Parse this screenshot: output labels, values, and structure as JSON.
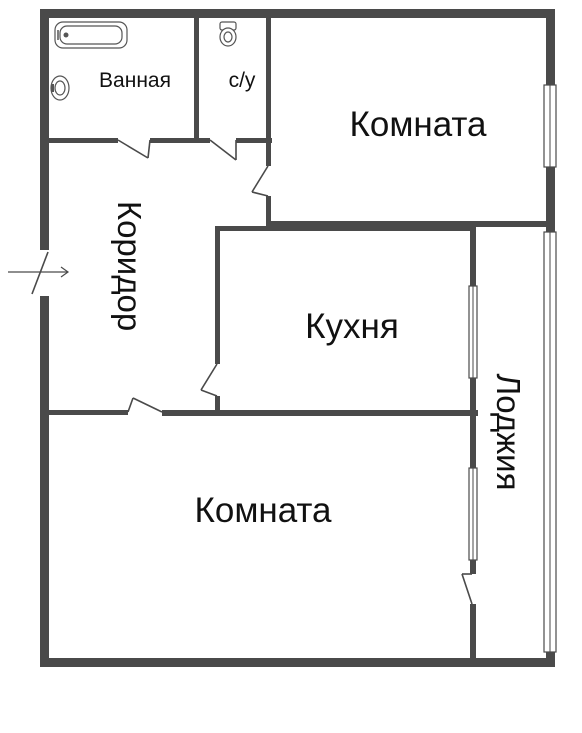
{
  "rooms": {
    "bathroom": "Ванная",
    "toilet": "с/у",
    "room_top": "Комната",
    "corridor": "Коридор",
    "kitchen": "Кухня",
    "loggia": "Лоджия",
    "room_bottom": "Комната"
  },
  "colors": {
    "wall": "#4a4a4a",
    "background": "#ffffff"
  }
}
